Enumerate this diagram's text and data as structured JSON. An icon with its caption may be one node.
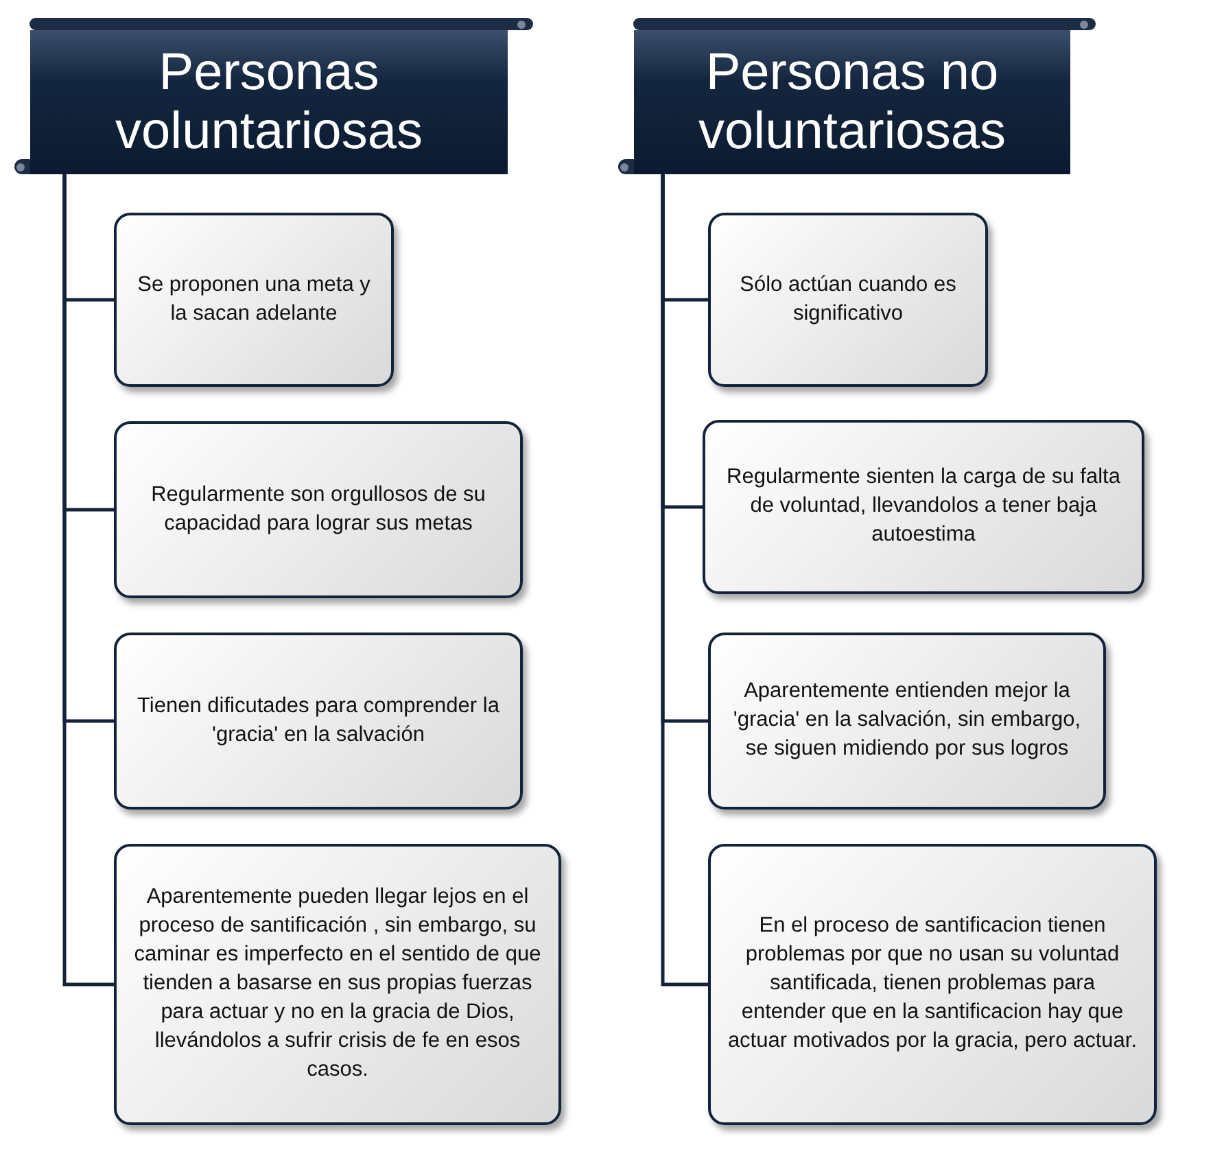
{
  "diagram": {
    "nodes": [
      {
        "text": [
          "Personas voluntariosas"
        ]
      },
      {
        "text": [
          "Se proponen una meta y la sacan adelante"
        ]
      },
      {
        "text": [
          "Regularmente son orgullosos de su capacidad para lograr sus metas"
        ]
      },
      {
        "text": [
          "Tienen dificutades para comprender la 'gracia' en la salvación"
        ]
      },
      {
        "text": [
          "Aparentemente pueden llegar lejos en el proceso de santificación , sin embargo, su caminar es imperfecto en el sentido de que tienden a basarse en sus propias fuerzas para actuar y no en la gracia de Dios, llevándolos a sufrir crisis de fe en esos casos."
        ]
      },
      {
        "text": [
          "Personas no voluntariosas"
        ]
      },
      {
        "text": [
          "Sólo actúan cuando es significativo"
        ]
      },
      {
        "text": [
          "Regularmente sienten la carga de su falta de voluntad, llevandolos a tener baja autoestima"
        ]
      },
      {
        "text": [
          "Aparentemente entienden mejor la 'gracia' en la salvación, sin embargo, se siguen midiendo por sus logros"
        ]
      },
      {
        "text": [
          "En el proceso de santificacion tienen problemas por que no usan su voluntad santificada, tienen problemas para entender que en la santificacion hay que actuar motivados por la gracia, pero actuar."
        ]
      }
    ],
    "edges": [
      {
        "from": 0,
        "to": 1,
        "arrow": "none"
      },
      {
        "from": 0,
        "to": 2,
        "arrow": "none"
      },
      {
        "from": 0,
        "to": 3,
        "arrow": "none"
      },
      {
        "from": 0,
        "to": 4,
        "arrow": "none"
      },
      {
        "from": 5,
        "to": 6,
        "arrow": "none"
      },
      {
        "from": 5,
        "to": 7,
        "arrow": "none"
      },
      {
        "from": 5,
        "to": 8,
        "arrow": "none"
      },
      {
        "from": 5,
        "to": 9,
        "arrow": "none"
      }
    ]
  }
}
